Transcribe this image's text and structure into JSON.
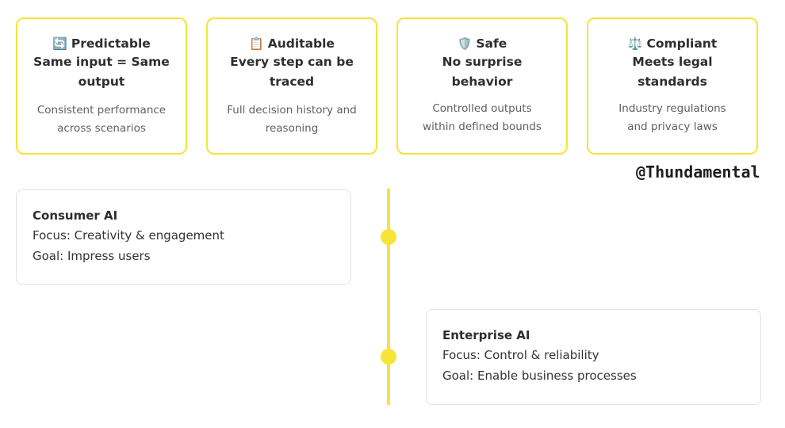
{
  "accent_color": "#f6e43a",
  "cards": [
    {
      "icon": "🔄",
      "icon_name": "refresh-icon",
      "title": "Predictable",
      "subtitle": "Same input = Same output",
      "description": "Consistent performance across scenarios"
    },
    {
      "icon": "📋",
      "icon_name": "clipboard-icon",
      "title": "Auditable",
      "subtitle": "Every step can be traced",
      "description": "Full decision history and reasoning"
    },
    {
      "icon": "🛡️",
      "icon_name": "shield-icon",
      "title": "Safe",
      "subtitle": "No surprise behavior",
      "description": "Controlled outputs within defined bounds"
    },
    {
      "icon": "⚖️",
      "icon_name": "scales-icon",
      "title": "Compliant",
      "subtitle": "Meets legal standards",
      "description": "Industry regulations and privacy laws"
    }
  ],
  "handle": "@Thundamental",
  "timeline": [
    {
      "title": "Consumer AI",
      "focus": "Focus: Creativity & engagement",
      "goal": "Goal: Impress users"
    },
    {
      "title": "Enterprise AI",
      "focus": "Focus: Control & reliability",
      "goal": "Goal: Enable business processes"
    }
  ]
}
